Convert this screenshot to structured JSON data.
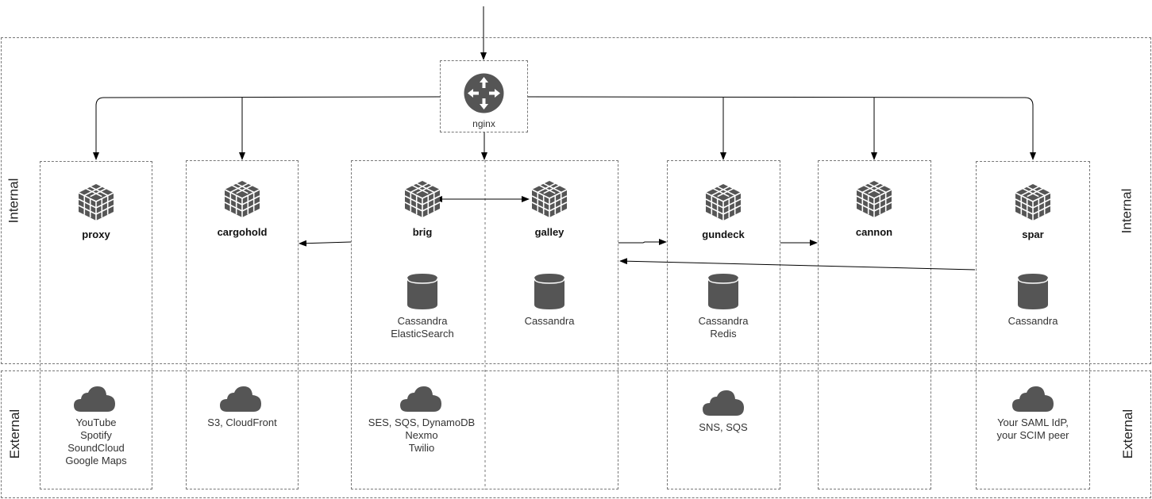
{
  "zones": {
    "internal_left": "Internal",
    "internal_right": "Internal",
    "external_left": "External",
    "external_right": "External"
  },
  "nginx": {
    "label": "nginx",
    "icon": "router-icon"
  },
  "services": [
    {
      "id": "proxy",
      "name": "proxy",
      "db": [],
      "external": [
        "YouTube",
        "Spotify",
        "SoundCloud",
        "Google Maps"
      ]
    },
    {
      "id": "cargohold",
      "name": "cargohold",
      "db": [],
      "external": [
        "S3, CloudFront"
      ]
    },
    {
      "id": "brig",
      "name": "brig",
      "db": [
        "Cassandra",
        "ElasticSearch"
      ],
      "external": [
        "SES, SQS, DynamoDB",
        "Nexmo",
        "Twilio"
      ]
    },
    {
      "id": "galley",
      "name": "galley",
      "db": [
        "Cassandra"
      ],
      "external": []
    },
    {
      "id": "gundeck",
      "name": "gundeck",
      "db": [
        "Cassandra",
        "Redis"
      ],
      "external": [
        "SNS, SQS"
      ]
    },
    {
      "id": "cannon",
      "name": "cannon",
      "db": [],
      "external": []
    },
    {
      "id": "spar",
      "name": "spar",
      "db": [
        "Cassandra"
      ],
      "external": [
        "Your SAML IdP,",
        "your SCIM peer"
      ]
    }
  ],
  "icons": {
    "service": "cube-grid-icon",
    "database": "database-icon",
    "external": "cloud-icon"
  },
  "colors": {
    "icon": "#555555",
    "line": "#000000",
    "border": "#777777"
  }
}
